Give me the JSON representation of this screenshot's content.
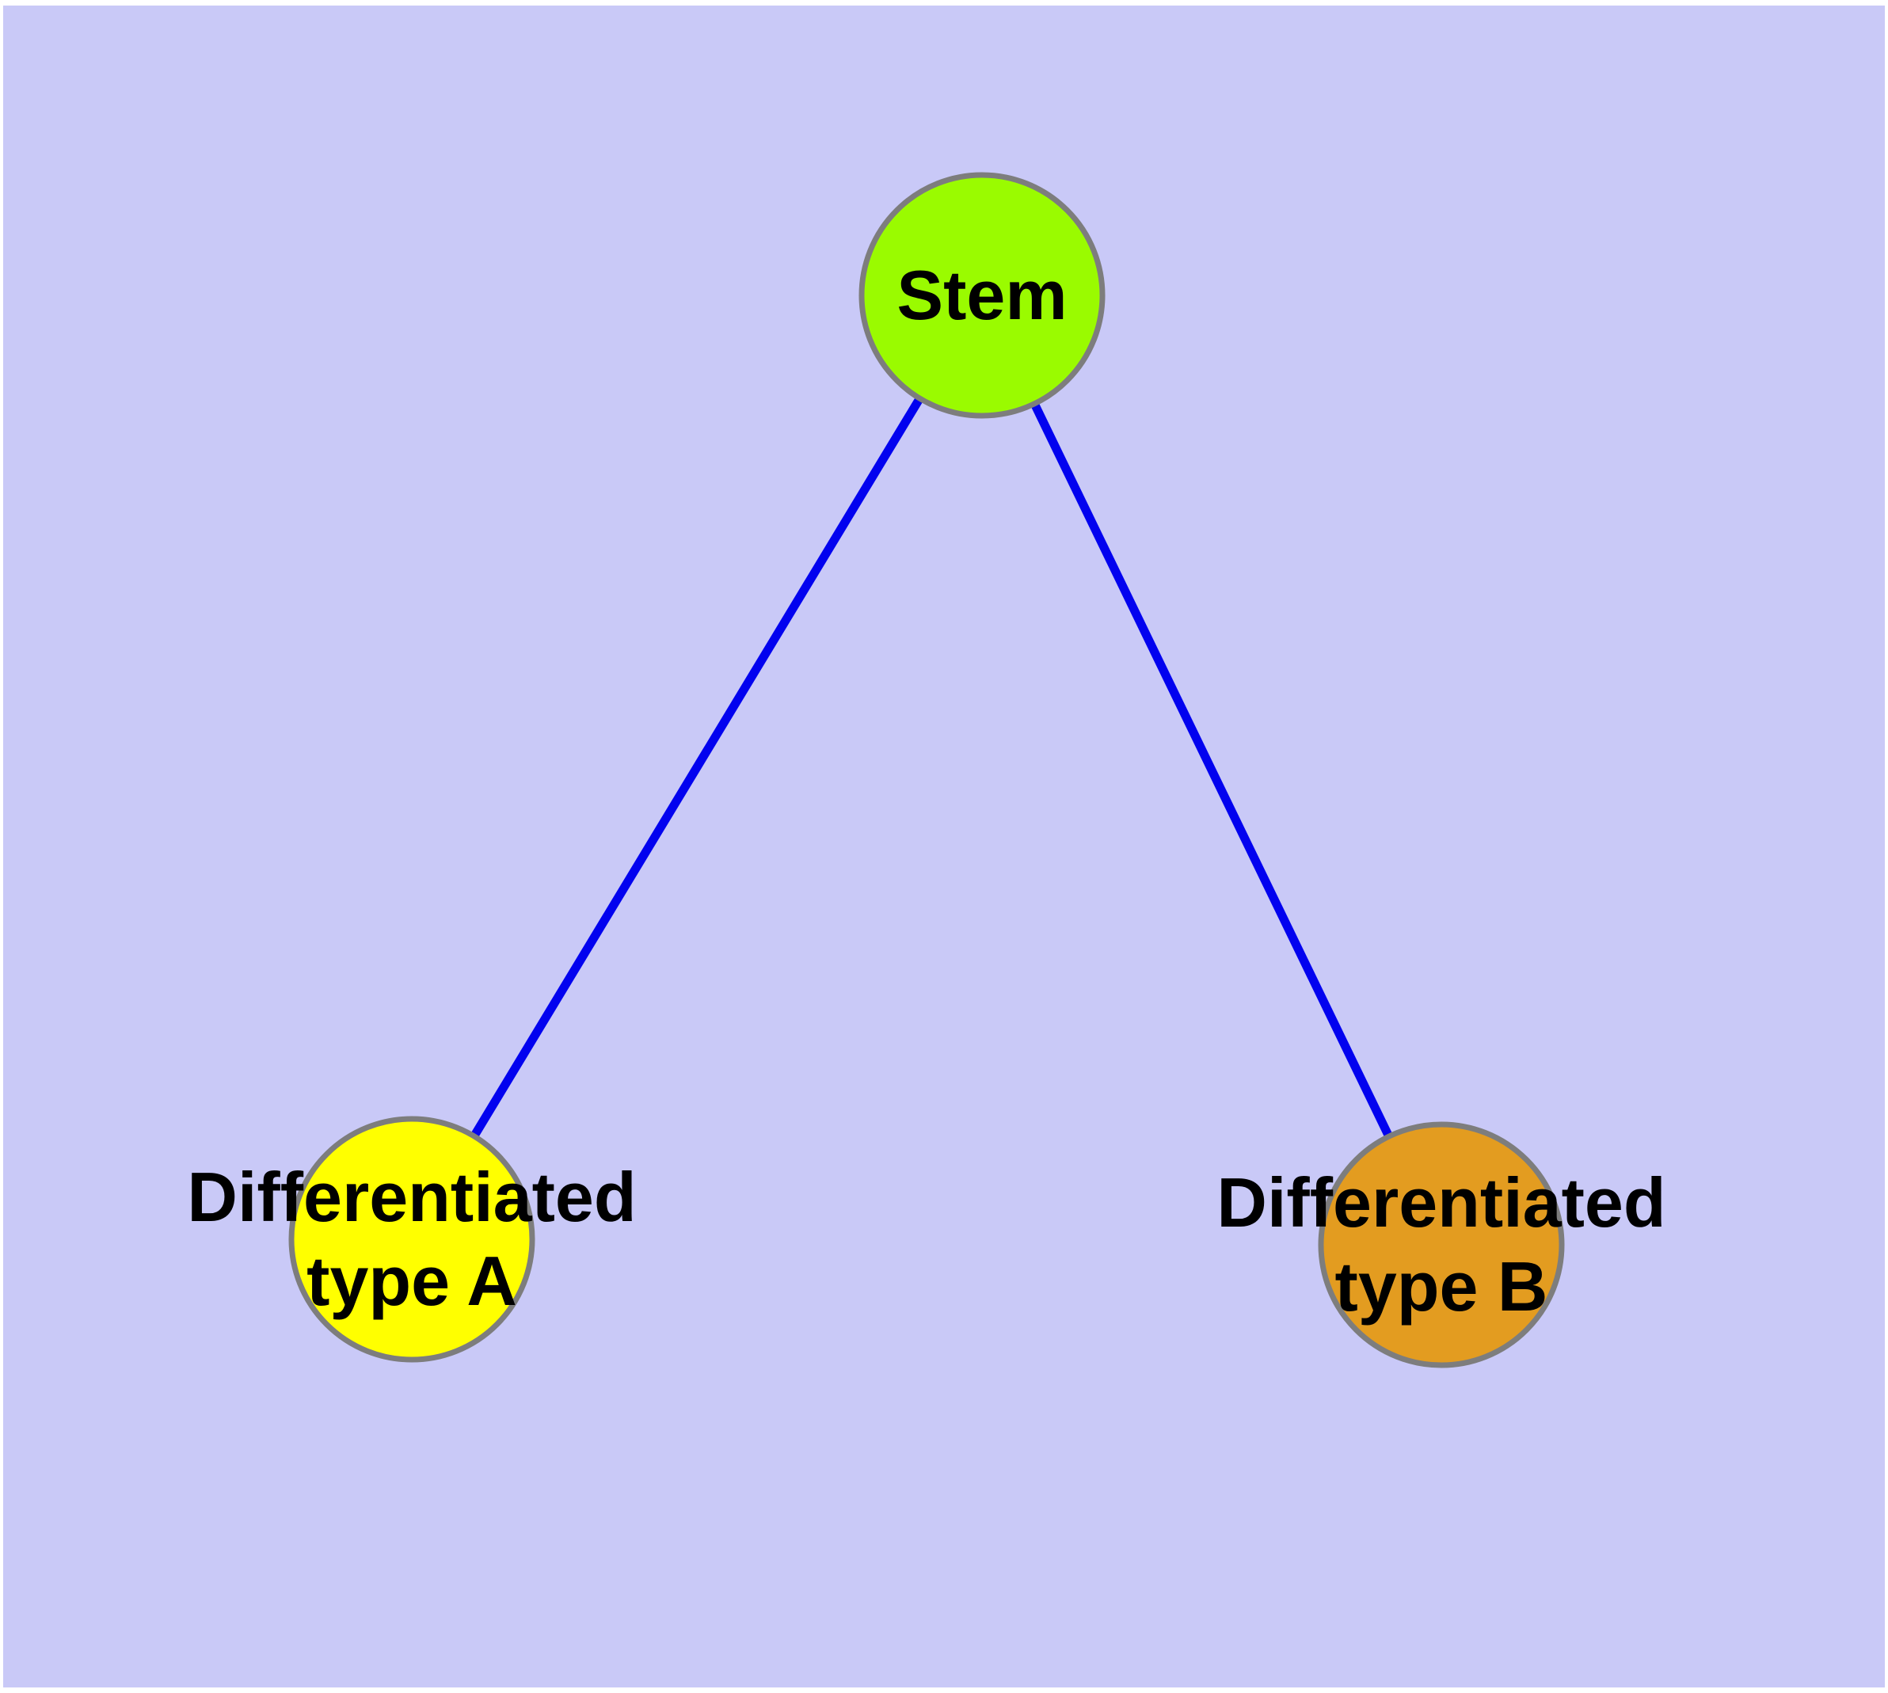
{
  "diagram": {
    "title": "",
    "background_color": "#C9C9F7",
    "page_margin_color": "#FFFFFF",
    "node_border_color": "#7D7D7D",
    "edge_color": "#0202EF",
    "label_color": "#000000",
    "nodes": [
      {
        "id": "stem",
        "label": "Stem",
        "label_line1": "Stem",
        "label_line2": "",
        "fill": "#9AFB00"
      },
      {
        "id": "type-a",
        "label": "Differentiated type A",
        "label_line1": "Differentiated",
        "label_line2": "type A",
        "fill": "#FFFF00"
      },
      {
        "id": "type-b",
        "label": "Differentiated type B",
        "label_line1": "Differentiated",
        "label_line2": "type B",
        "fill": "#E39C20"
      }
    ],
    "edges": [
      {
        "from": "Stem",
        "to": "Differentiated type A"
      },
      {
        "from": "Stem",
        "to": "Differentiated type B"
      }
    ]
  }
}
